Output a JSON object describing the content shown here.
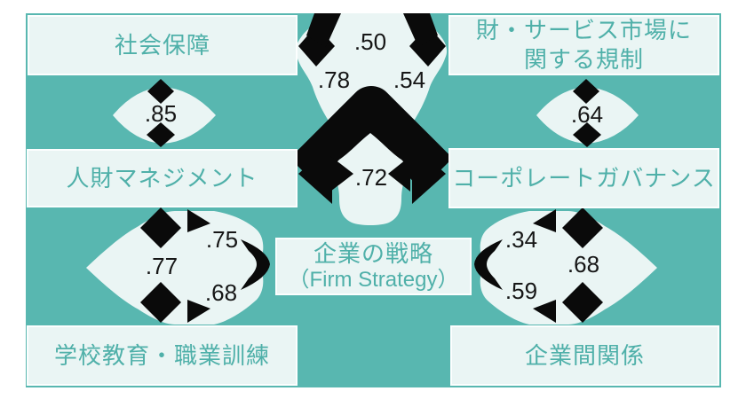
{
  "colors": {
    "page_bg": "#ffffff",
    "canvas_bg": "#58b7b0",
    "box_fill": "#eaf5f4",
    "box_border": "#fcfefe",
    "box_text": "#4fb0a9",
    "arrow": "#0a0a0a",
    "number_text": "#161616"
  },
  "boxes": {
    "social_security": {
      "line1": "社会保障"
    },
    "market_regulation": {
      "line1": "財・サービス市場に",
      "line2": "関する規制"
    },
    "hr_management": {
      "line1": "人財マネジメント"
    },
    "corporate_governance": {
      "line1": "コーポレートガバナンス"
    },
    "education_training": {
      "line1": "学校教育・職業訓練"
    },
    "interfirm_relations": {
      "line1": "企業間関係"
    },
    "firm_strategy": {
      "line1": "企業の戦略",
      "line2": "（Firm Strategy）"
    }
  },
  "correlations": {
    "social_hr": ".85",
    "social_market": ".50",
    "social_governance": ".78",
    "market_hr": ".54",
    "market_governance": ".64",
    "hr_governance": ".72",
    "hr_education": ".77",
    "hr_strategy": ".75",
    "education_strategy": ".68",
    "governance_strategy": ".34",
    "governance_interfirm": ".68",
    "strategy_interfirm": ".59"
  }
}
